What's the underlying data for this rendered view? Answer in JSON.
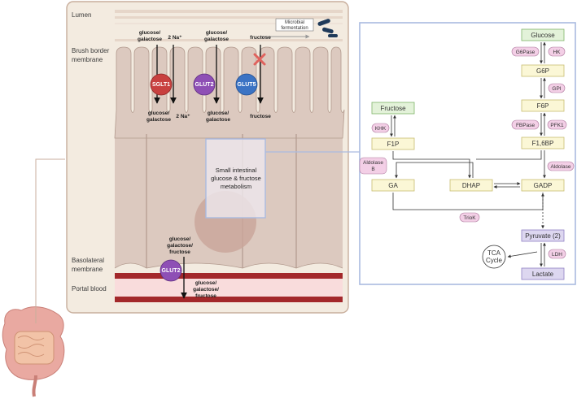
{
  "cell": {
    "lumen": "Lumen",
    "brush_border": [
      "Brush border",
      "membrane"
    ],
    "basolateral": [
      "Basolateral",
      "membrane"
    ],
    "portal_blood": "Portal blood",
    "microbial": [
      "Microbial",
      "fermentation"
    ],
    "center_label": [
      "Small intestinal",
      "glucose & fructose",
      "metabolism"
    ]
  },
  "transporters": {
    "sglt1": {
      "name": "SGLT1",
      "in_left": [
        "glucose/",
        "galactose"
      ],
      "in_right": "2 Na⁺",
      "out_left": [
        "glucose/",
        "galactose"
      ],
      "out_right": "2 Na⁺",
      "color": "#c8403f"
    },
    "glut2_apical": {
      "name": "GLUT2",
      "in": [
        "glucose/",
        "galactose"
      ],
      "out": [
        "glucose/",
        "galactose"
      ],
      "color": "#8e4fb5"
    },
    "glut5": {
      "name": "GLUT5",
      "in": "fructose",
      "out": "fructose",
      "color": "#3b73c4"
    },
    "glut2_basolateral": {
      "name": "GLUT2",
      "in": [
        "glucose/",
        "galactose/",
        "fructose"
      ],
      "out": [
        "glucose/",
        "galactose/",
        "fructose"
      ],
      "color": "#8e4fb5"
    }
  },
  "pathway": {
    "metabolites": {
      "glucose": "Glucose",
      "g6p": "G6P",
      "f6p": "F6P",
      "f16bp": "F1,6BP",
      "fructose": "Fructose",
      "f1p": "F1P",
      "ga": "GA",
      "dhap": "DHAP",
      "gadp": "GADP",
      "pyruvate": "Pyruvate (2)",
      "lactate": "Lactate",
      "tca": [
        "TCA",
        "Cycle"
      ]
    },
    "enzymes": {
      "g6pase": "G6Pase",
      "hk": "HK",
      "gpi": "GPI",
      "fbpase": "FBPase",
      "pfk1": "PFK1",
      "khk": "KHK",
      "aldolase_b": [
        "Aldolase",
        "B"
      ],
      "aldolase": "Aldolase",
      "triok": "TrioK",
      "ldh": "LDH"
    }
  },
  "colors": {
    "tissue": "#f3ebe0",
    "villus": "#dcc9bf",
    "blood": "#a3282b",
    "pathway_border": "#aabbe0",
    "green_box": "#e3f2d9",
    "yellow_box": "#fbf7d6",
    "purple_box": "#ddd7f0",
    "enzyme_pill": "#f3cfe6"
  }
}
